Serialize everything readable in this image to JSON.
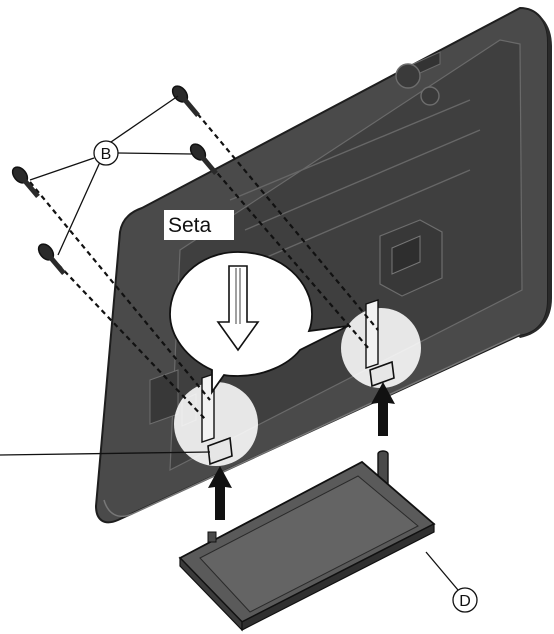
{
  "figure": {
    "title": "",
    "labels": {
      "screws": "B",
      "stand": "D",
      "arrow_caption": "Seta"
    }
  },
  "colors": {
    "tv_body": "#4a4a4a",
    "tv_edge": "#1e1e1e",
    "tv_recess": "#3a3a3a",
    "stand_top": "#5a5a5a",
    "stand_front": "#3b3b3b",
    "stand_base": "#d8d8d8",
    "highlight": "#ffffff",
    "line": "#111111"
  }
}
